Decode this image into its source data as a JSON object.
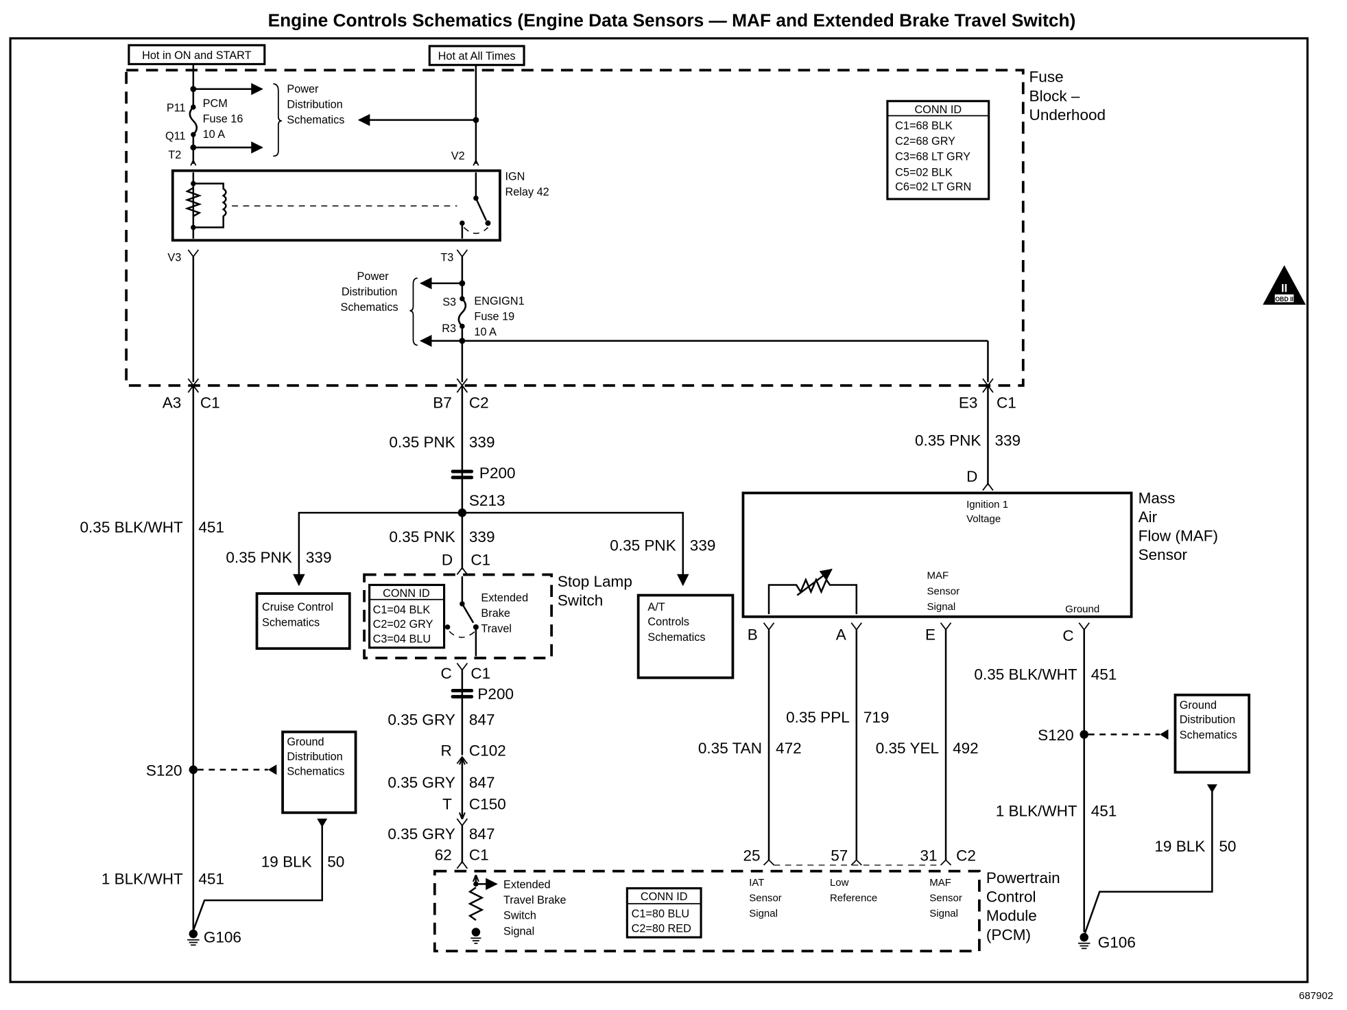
{
  "title": "Engine Controls Schematics (Engine Data Sensors — MAF and Extended Brake Travel Switch)",
  "figure_id": "687902",
  "obd_badge": {
    "top": "II",
    "bottom": "OBD II"
  },
  "power_sources": {
    "hot_in_on_start": "Hot in ON and START",
    "hot_at_all_times": "Hot at All Times"
  },
  "fuse_block": {
    "label": [
      "Fuse",
      "Block –",
      "Underhood"
    ],
    "conn_id": {
      "header": "CONN ID",
      "rows": [
        "C1=68 BLK",
        "C2=68 GRY",
        "C3=68 LT GRY",
        "C5=02 BLK",
        "C6=02 LT GRN"
      ]
    },
    "pcm_fuse": {
      "name": "PCM",
      "fuse": "Fuse 16",
      "rating": "10 A",
      "pin_in": "P11",
      "pin_out": "Q11",
      "terminal": "T2"
    },
    "power_dist_top": [
      "Power",
      "Distribution",
      "Schematics"
    ],
    "v2": "V2",
    "relay": {
      "name": "IGN",
      "number": "Relay 42"
    },
    "v3": "V3",
    "t3": "T3",
    "power_dist_mid": [
      "Power",
      "Distribution",
      "Schematics"
    ],
    "engign_fuse": {
      "name": "ENGIGN1",
      "fuse": "Fuse 19",
      "rating": "10 A",
      "pin_in": "S3",
      "pin_out": "R3"
    }
  },
  "connectors": {
    "a3": {
      "pin": "A3",
      "conn": "C1"
    },
    "b7": {
      "pin": "B7",
      "conn": "C2"
    },
    "e3": {
      "pin": "E3",
      "conn": "C1"
    },
    "stop_in": {
      "pin": "D",
      "conn": "C1"
    },
    "stop_out": {
      "pin": "C",
      "conn": "C1"
    },
    "c102": {
      "pin": "R",
      "conn": "C102"
    },
    "c150": {
      "pin": "T",
      "conn": "C150"
    },
    "pcm_62": {
      "pin": "62",
      "conn": "C1"
    },
    "maf_d": "D",
    "maf_b": "B",
    "maf_a": "A",
    "maf_e": "E",
    "maf_c": "C",
    "pcm_25": "25",
    "pcm_57": "57",
    "pcm_31": "31",
    "pcm_c2": "C2"
  },
  "wires": {
    "left_451_top": {
      "gauge_color": "0.35 BLK/WHT",
      "circuit": "451"
    },
    "left_451_bottom": {
      "gauge_color": "1 BLK/WHT",
      "circuit": "451"
    },
    "left_50": {
      "gauge_color": "19 BLK",
      "circuit": "50"
    },
    "b7_339": {
      "gauge_color": "0.35 PNK",
      "circuit": "339"
    },
    "e3_339": {
      "gauge_color": "0.35 PNK",
      "circuit": "339"
    },
    "stop_339": {
      "gauge_color": "0.35 PNK",
      "circuit": "339"
    },
    "cruise_339": {
      "gauge_color": "0.35 PNK",
      "circuit": "339"
    },
    "at_339": {
      "gauge_color": "0.35 PNK",
      "circuit": "339"
    },
    "gry_847_a": {
      "gauge_color": "0.35 GRY",
      "circuit": "847"
    },
    "gry_847_b": {
      "gauge_color": "0.35 GRY",
      "circuit": "847"
    },
    "gry_847_c": {
      "gauge_color": "0.35 GRY",
      "circuit": "847"
    },
    "tan_472": {
      "gauge_color": "0.35 TAN",
      "circuit": "472"
    },
    "ppl_719": {
      "gauge_color": "0.35 PPL",
      "circuit": "719"
    },
    "yel_492": {
      "gauge_color": "0.35 YEL",
      "circuit": "492"
    },
    "right_451_top": {
      "gauge_color": "0.35 BLK/WHT",
      "circuit": "451"
    },
    "right_451_bottom": {
      "gauge_color": "1 BLK/WHT",
      "circuit": "451"
    },
    "right_50": {
      "gauge_color": "19 BLK",
      "circuit": "50"
    }
  },
  "splices": {
    "p200": "P200",
    "s213": "S213",
    "s120": "S120",
    "g106": "G106"
  },
  "cruise_box": [
    "Cruise Control",
    "Schematics"
  ],
  "at_box": [
    "A/T",
    "Controls",
    "Schematics"
  ],
  "ground_dist_box": [
    "Ground",
    "Distribution",
    "Schematics"
  ],
  "stop_lamp_switch": {
    "label": [
      "Stop Lamp",
      "Switch"
    ],
    "switch_label": [
      "Extended",
      "Brake",
      "Travel"
    ],
    "conn_id": {
      "header": "CONN ID",
      "rows": [
        "C1=04 BLK",
        "C2=02 GRY",
        "C3=04 BLU"
      ]
    }
  },
  "maf_sensor": {
    "label": [
      "Mass",
      "Air",
      "Flow (MAF)",
      "Sensor"
    ],
    "ignition": [
      "Ignition 1",
      "Voltage"
    ],
    "signal": [
      "MAF",
      "Sensor",
      "Signal"
    ],
    "ground": "Ground"
  },
  "pcm": {
    "label": [
      "Powertrain",
      "Control",
      "Module",
      "(PCM)"
    ],
    "ebt_signal": [
      "Extended",
      "Travel Brake",
      "Switch",
      "Signal"
    ],
    "conn_id": {
      "header": "CONN ID",
      "rows": [
        "C1=80 BLU",
        "C2=80 RED"
      ]
    },
    "iat": [
      "IAT",
      "Sensor",
      "Signal"
    ],
    "low_ref": [
      "Low",
      "Reference"
    ],
    "maf_signal": [
      "MAF",
      "Sensor",
      "Signal"
    ]
  }
}
